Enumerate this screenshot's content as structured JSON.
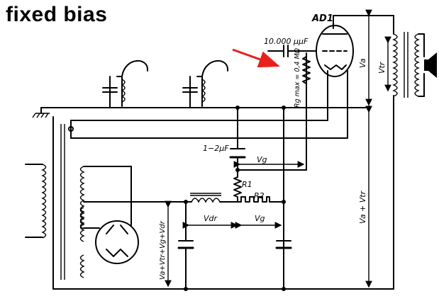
{
  "title": "fixed bias",
  "labels": {
    "tube": "AD1",
    "cap_top": "10.000 μμF",
    "rg": "Rg max = 0,4 MΩ",
    "va": "Va",
    "vtr_top": "Vtr",
    "cap_mid": "1−2μF",
    "vg_top": "Vg",
    "r1": "R1",
    "r2": "R2",
    "vdr": "Vdr",
    "vg_bottom": "Vg",
    "va_vtr": "Va + Vtr",
    "vsum": "Va+Vtr+Vg+Vdr"
  },
  "colors": {
    "arrow": "#e8201c",
    "ink": "#000000"
  }
}
